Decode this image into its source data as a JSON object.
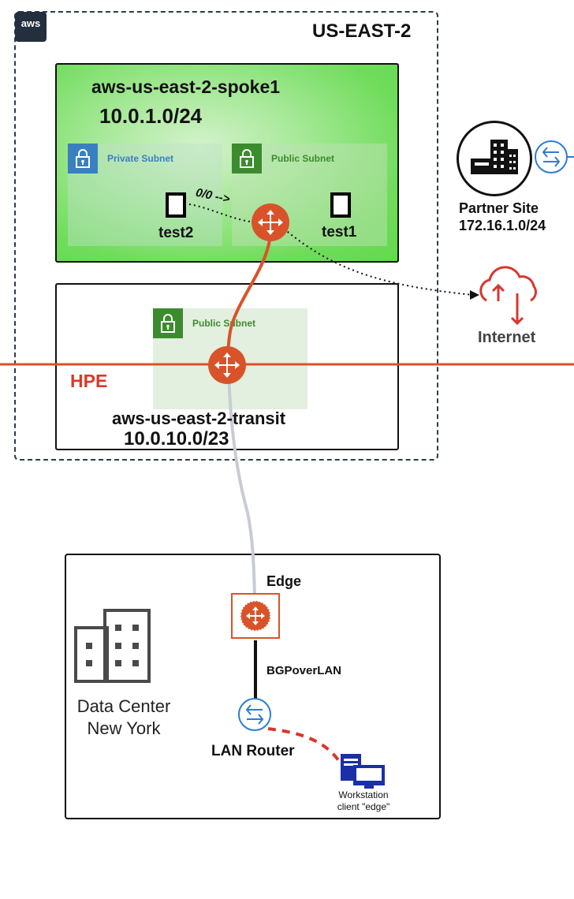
{
  "region": {
    "title": "US-EAST-2",
    "logo_text": "aws"
  },
  "spoke": {
    "name": "aws-us-east-2-spoke1",
    "cidr": "10.0.1.0/24",
    "private_subnet_label": "Private Subnet",
    "public_subnet_label": "Public Subnet",
    "vm_left_label": "test2",
    "vm_right_label": "test1",
    "route_label": "0/0 -->"
  },
  "transit": {
    "name": "aws-us-east-2-transit",
    "cidr": "10.0.10.0/23",
    "public_subnet_label": "Public Subnet",
    "hpe_label": "HPE"
  },
  "partner": {
    "title": "Partner Site",
    "cidr": "172.16.1.0/24"
  },
  "internet": {
    "label": "Internet"
  },
  "datacenter": {
    "label_line1": "Data Center",
    "label_line2": "New York",
    "edge_label": "Edge",
    "link_label": "BGPoverLAN",
    "lan_router_label": "LAN Router",
    "workstation_line1": "Workstation",
    "workstation_line2": "client \"edge\""
  },
  "colors": {
    "gateway": "#d9532a",
    "hpe_line": "#d9532a",
    "hpe_text": "#d93a2b",
    "edge_link": "#c8ccd2",
    "private_subnet": "#3a7fc1",
    "public_subnet": "#3d8b2f",
    "router_blue": "#2e7bd6",
    "workstation_blue": "#1a2fa8",
    "internet_red": "#d8362f"
  }
}
